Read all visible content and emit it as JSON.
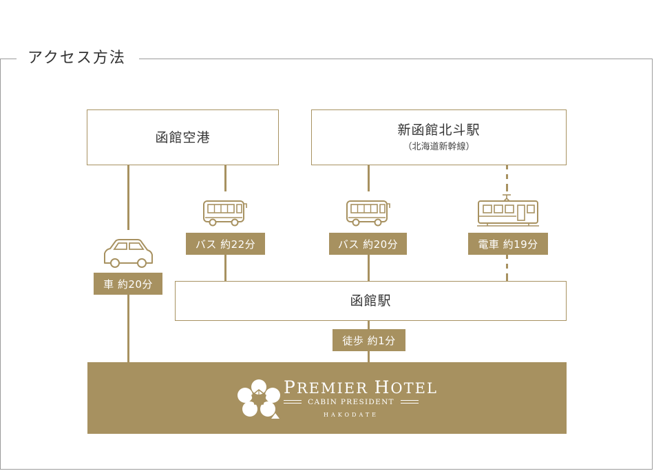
{
  "section": {
    "title": "アクセス方法"
  },
  "stations": {
    "airport": {
      "label": "函館空港"
    },
    "shin_hakodate": {
      "label": "新函館北斗駅",
      "sub": "（北海道新幹線）"
    },
    "hakodate": {
      "label": "函館駅"
    }
  },
  "routes": {
    "car": "車 約20分",
    "bus_airport": "バス 約22分",
    "bus_shin": "バス 約20分",
    "train": "電車 約19分",
    "walk": "徒歩 約1分"
  },
  "hotel": {
    "name_p": "P",
    "name_remier": "REMIER",
    "name_h": "H",
    "name_otel": "OTEL",
    "subtitle": "CABIN PRESIDENT",
    "city": "HAKODATE"
  },
  "colors": {
    "accent": "#a79160",
    "text": "#333333",
    "frame": "#9a9a9a"
  },
  "icons": [
    "car-icon",
    "bus-icon",
    "train-icon",
    "hotel-logo-icon"
  ]
}
